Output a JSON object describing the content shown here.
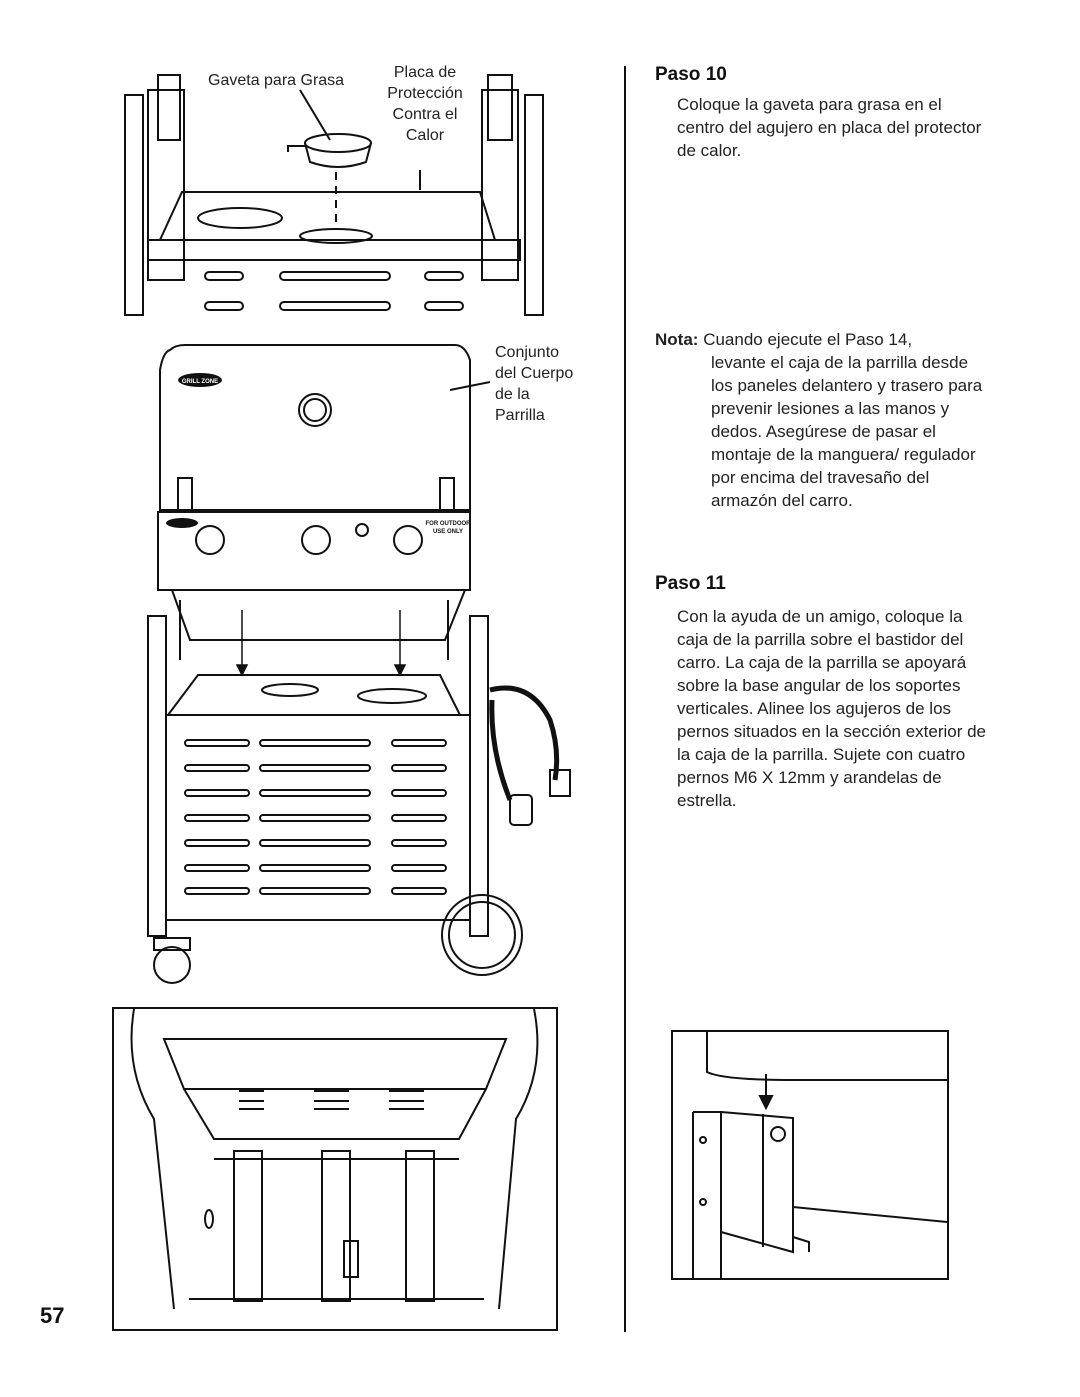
{
  "page_number": "57",
  "figure_top": {
    "label_grease_tray": "Gaveta para Grasa",
    "label_heat_shield": [
      "Placa de",
      "Protección",
      "Contra el",
      "Calor"
    ]
  },
  "figure_middle": {
    "label_grill_body": [
      "Conjunto",
      "del Cuerpo",
      "de la",
      "Parrilla"
    ],
    "brand_logo": "GRILL ZONE",
    "panel_text_right": [
      "FOR OUTDOOR",
      "USE ONLY"
    ]
  },
  "step10": {
    "title": "Paso 10",
    "body": "Coloque la gaveta para grasa en el centro del agujero en placa del protector de calor."
  },
  "note": {
    "label": "Nota:",
    "text_first": "Cuando ejecute el Paso 14,",
    "text_rest": "levante el caja de la parrilla desde los paneles delantero y trasero para prevenir lesiones a las manos y dedos. Asegúrese de pasar el montaje de la manguera/ regulador por encima del travesaño del armazón del carro."
  },
  "step11": {
    "title": "Paso 11",
    "body": "Con la ayuda de un amigo, coloque la caja de la parrilla sobre el bastidor del carro. La caja de la parrilla se apoyará sobre la base angular de los soportes verticales. Alinee los agujeros de los pernos situados en la sección exterior de la caja de la parrilla. Sujete con cuatro pernos M6 X 12mm y arandelas de estrella."
  }
}
